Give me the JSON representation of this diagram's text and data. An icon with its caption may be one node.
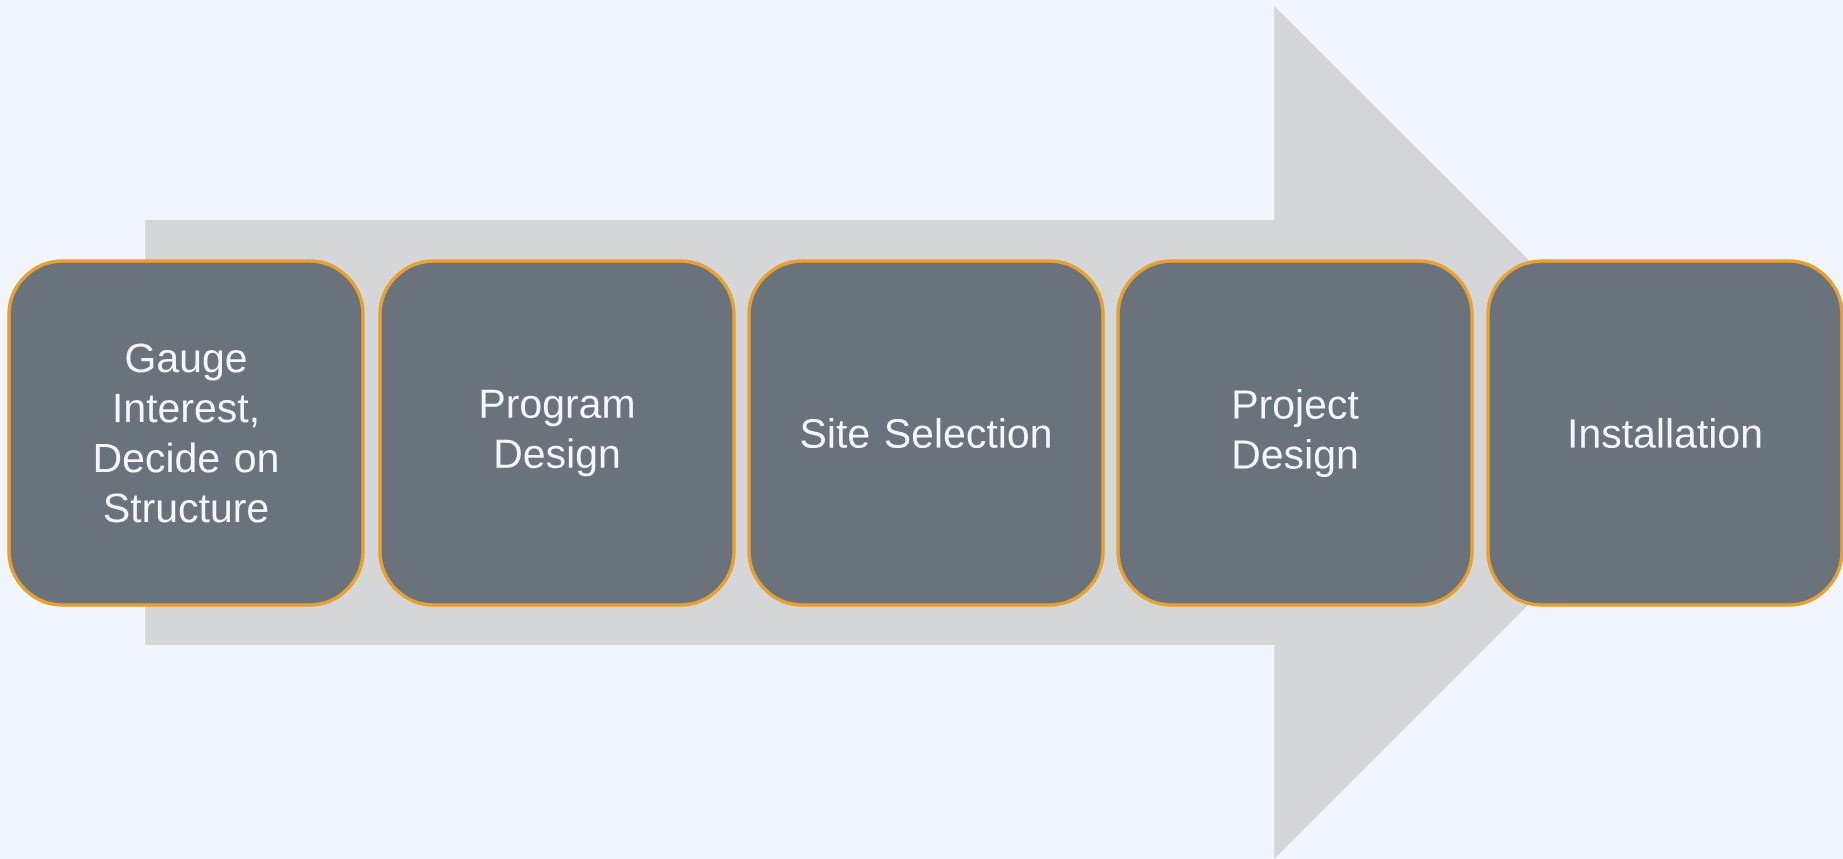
{
  "diagram": {
    "nodes": [
      {
        "text": [
          "Gauge Interest, Decide on Structure"
        ]
      },
      {
        "text": [
          "Program Design"
        ]
      },
      {
        "text": [
          "Site Selection"
        ]
      },
      {
        "text": [
          "Project Design"
        ]
      },
      {
        "text": [
          "Installation"
        ]
      }
    ],
    "edges": [
      {
        "from": 0,
        "to": 4,
        "arrow": "to"
      }
    ]
  }
}
